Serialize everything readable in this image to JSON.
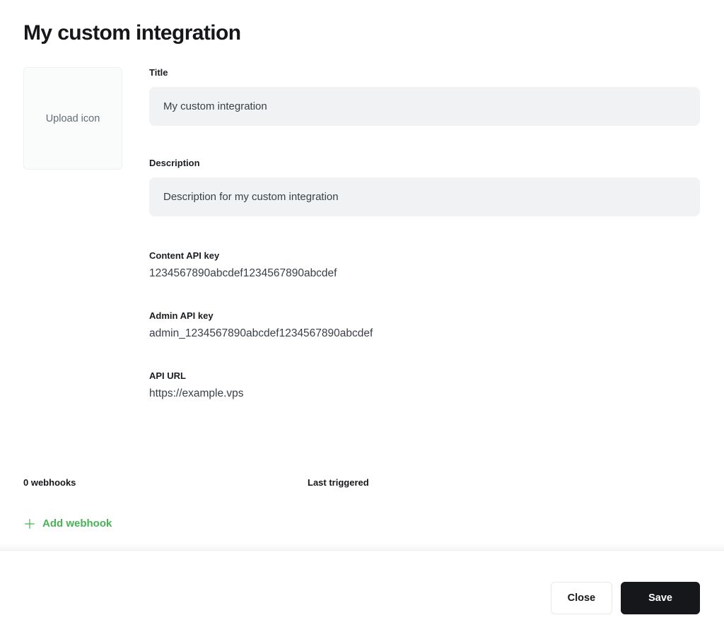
{
  "page": {
    "title": "My custom integration"
  },
  "icon_upload": {
    "label": "Upload icon"
  },
  "form": {
    "title": {
      "label": "Title",
      "value": "My custom integration"
    },
    "description": {
      "label": "Description",
      "value": "Description for my custom integration"
    },
    "content_api_key": {
      "label": "Content API key",
      "value": "1234567890abcdef1234567890abcdef"
    },
    "admin_api_key": {
      "label": "Admin API key",
      "value": "admin_1234567890abcdef1234567890abcdef"
    },
    "api_url": {
      "label": "API URL",
      "value": "https://example.vps"
    }
  },
  "webhooks": {
    "count_label": "0 webhooks",
    "last_triggered_label": "Last triggered",
    "add_label": "Add webhook"
  },
  "footer": {
    "close_label": "Close",
    "save_label": "Save"
  },
  "colors": {
    "accent_green": "#45b254",
    "dark_text": "#15171a",
    "secondary_text": "#394047",
    "input_bg": "#f1f2f3",
    "save_button_bg": "#15171a"
  }
}
